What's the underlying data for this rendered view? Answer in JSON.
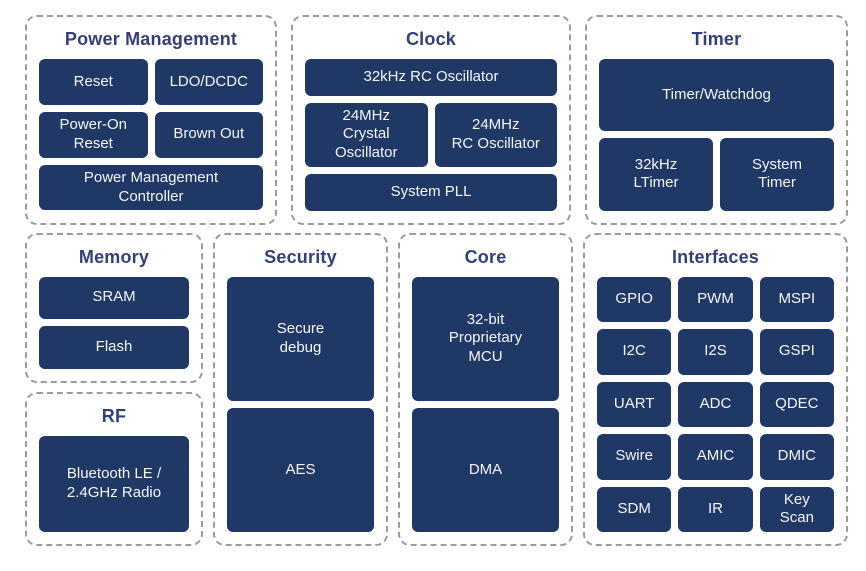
{
  "colors": {
    "block_fill": "#1f3866",
    "block_text": "#f5f6fa",
    "title_color": "#353e7d",
    "border_color": "#9b9b9b",
    "background": "#ffffff"
  },
  "sections": {
    "power_management": {
      "title": "Power Management",
      "blocks": {
        "reset": "Reset",
        "ldo_dcdc": "LDO/DCDC",
        "power_on_reset": "Power-On\nReset",
        "brown_out": "Brown Out",
        "pm_controller": "Power Management\nController"
      }
    },
    "clock": {
      "title": "Clock",
      "blocks": {
        "rc_osc_32k": "32kHz RC Oscillator",
        "crystal_osc_24m": "24MHz\nCrystal\nOscillator",
        "rc_osc_24m": "24MHz\nRC Oscillator",
        "system_pll": "System PLL"
      }
    },
    "timer": {
      "title": "Timer",
      "blocks": {
        "timer_watchdog": "Timer/Watchdog",
        "ltimer_32k": "32kHz\nLTimer",
        "system_timer": "System\nTimer"
      }
    },
    "memory": {
      "title": "Memory",
      "blocks": {
        "sram": "SRAM",
        "flash": "Flash"
      }
    },
    "rf": {
      "title": "RF",
      "blocks": {
        "radio": "Bluetooth LE /\n2.4GHz Radio"
      }
    },
    "security": {
      "title": "Security",
      "blocks": {
        "secure_debug": "Secure\ndebug",
        "aes": "AES"
      }
    },
    "core": {
      "title": "Core",
      "blocks": {
        "mcu": "32-bit\nProprietary\nMCU",
        "dma": "DMA"
      }
    },
    "interfaces": {
      "title": "Interfaces",
      "blocks": [
        "GPIO",
        "PWM",
        "MSPI",
        "I2C",
        "I2S",
        "GSPI",
        "UART",
        "ADC",
        "QDEC",
        "Swire",
        "AMIC",
        "DMIC",
        "SDM",
        "IR",
        "Key\nScan"
      ]
    }
  }
}
